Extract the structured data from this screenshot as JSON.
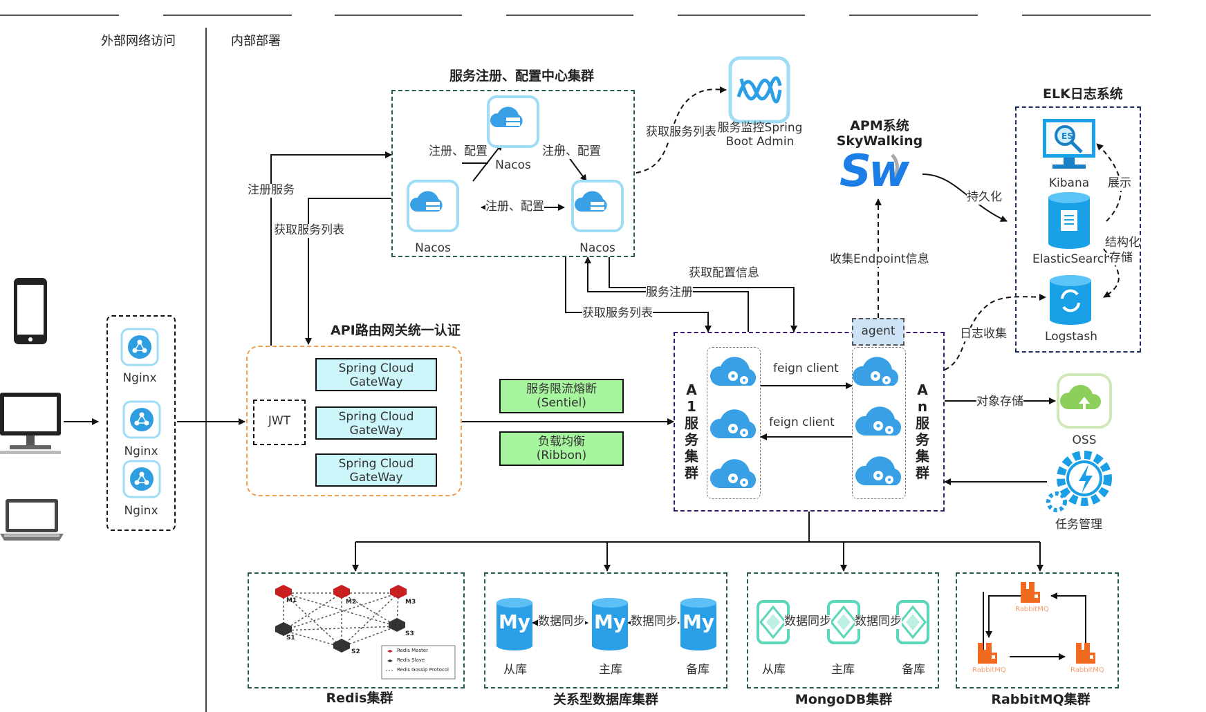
{
  "zones": {
    "external": "外部网络访问",
    "internal": "内部部署"
  },
  "lb": {
    "items": [
      "Nginx",
      "Nginx",
      "Nginx"
    ]
  },
  "gateway": {
    "title": "API路由网关统一认证",
    "jwt": "JWT",
    "items": [
      {
        "line1": "Spring Cloud",
        "line2": "GateWay"
      },
      {
        "line1": "Spring Cloud",
        "line2": "GateWay"
      },
      {
        "line1": "Spring Cloud",
        "line2": "GateWay"
      }
    ]
  },
  "middleware": {
    "sentinel": {
      "line1": "服务限流熔断",
      "line2": "(Sentiel)"
    },
    "ribbon": {
      "line1": "负载均衡",
      "line2": "(Ribbon)"
    }
  },
  "nacos": {
    "title": "服务注册、配置中心集群",
    "nodes": [
      "Nacos",
      "Nacos",
      "Nacos"
    ],
    "edge_label_left": "注册、配置",
    "edge_label_right": "注册、配置",
    "edge_label_bottom": "注册、配置"
  },
  "monitor": {
    "label_line1": "服务监控Spring",
    "label_line2": "Boot Admin",
    "edge_label": "获取服务列表"
  },
  "apm": {
    "title_line1": "APM系统",
    "title_line2": "SkyWalking",
    "logo_text": "Sw",
    "collect_label": "收集Endpoint信息",
    "agent": "agent"
  },
  "elk": {
    "title": "ELK日志系统",
    "kibana": "Kibana",
    "es": "ElasticSearch",
    "logstash": "Logstash",
    "show_label": "展示",
    "store_label_line1": "结构化",
    "store_label_line2": "存储",
    "persist_label": "持久化",
    "collect_label": "日志收集"
  },
  "flows": {
    "register_service": "注册服务",
    "fetch_service_list": "获取服务列表",
    "fetch_config": "获取配置信息",
    "service_register": "服务注册",
    "fetch_service_list_2": "获取服务列表",
    "object_storage": "对象存储"
  },
  "services": {
    "a1_label": "A1服务集群",
    "an_label": "An服务集群",
    "feign1": "feign client",
    "feign2": "feign client"
  },
  "oss": {
    "label": "OSS"
  },
  "task": {
    "label": "任务管理"
  },
  "clusters": {
    "redis": {
      "title": "Redis集群",
      "nodes": [
        "M1",
        "M2",
        "M3",
        "S1",
        "S2",
        "S3"
      ],
      "legend": [
        "Redis Master",
        "Redis Slave",
        "Redis Gossip Protocol"
      ]
    },
    "mysql": {
      "title": "关系型数据库集群",
      "logo_text": "My",
      "nodes": [
        "从库",
        "主库",
        "备库"
      ],
      "sync1": "数据同步",
      "sync2": "数据同步"
    },
    "mongo": {
      "title": "MongoDB集群",
      "nodes": [
        "从库",
        "主库",
        "备库"
      ],
      "sync1": "数据同步",
      "sync2": "数据同步"
    },
    "rabbit": {
      "title": "RabbitMQ集群",
      "logo_text": "RabbitMQ"
    }
  },
  "colors": {
    "teal_dash": "#2a5a55",
    "orange_dash": "#f0a050",
    "purple_dash": "#3a1a6a",
    "navy_dash": "#1a2a5a",
    "cloud_blue": "#3aa0e6",
    "gateway_fill": "#ccf6fa",
    "green_fill": "#a8f5a0",
    "agent_fill": "#cfe3f7",
    "rabbit_orange": "#f06a20",
    "mongo_green": "#5ad6b8",
    "sw_blue": "#1a7ee6"
  }
}
